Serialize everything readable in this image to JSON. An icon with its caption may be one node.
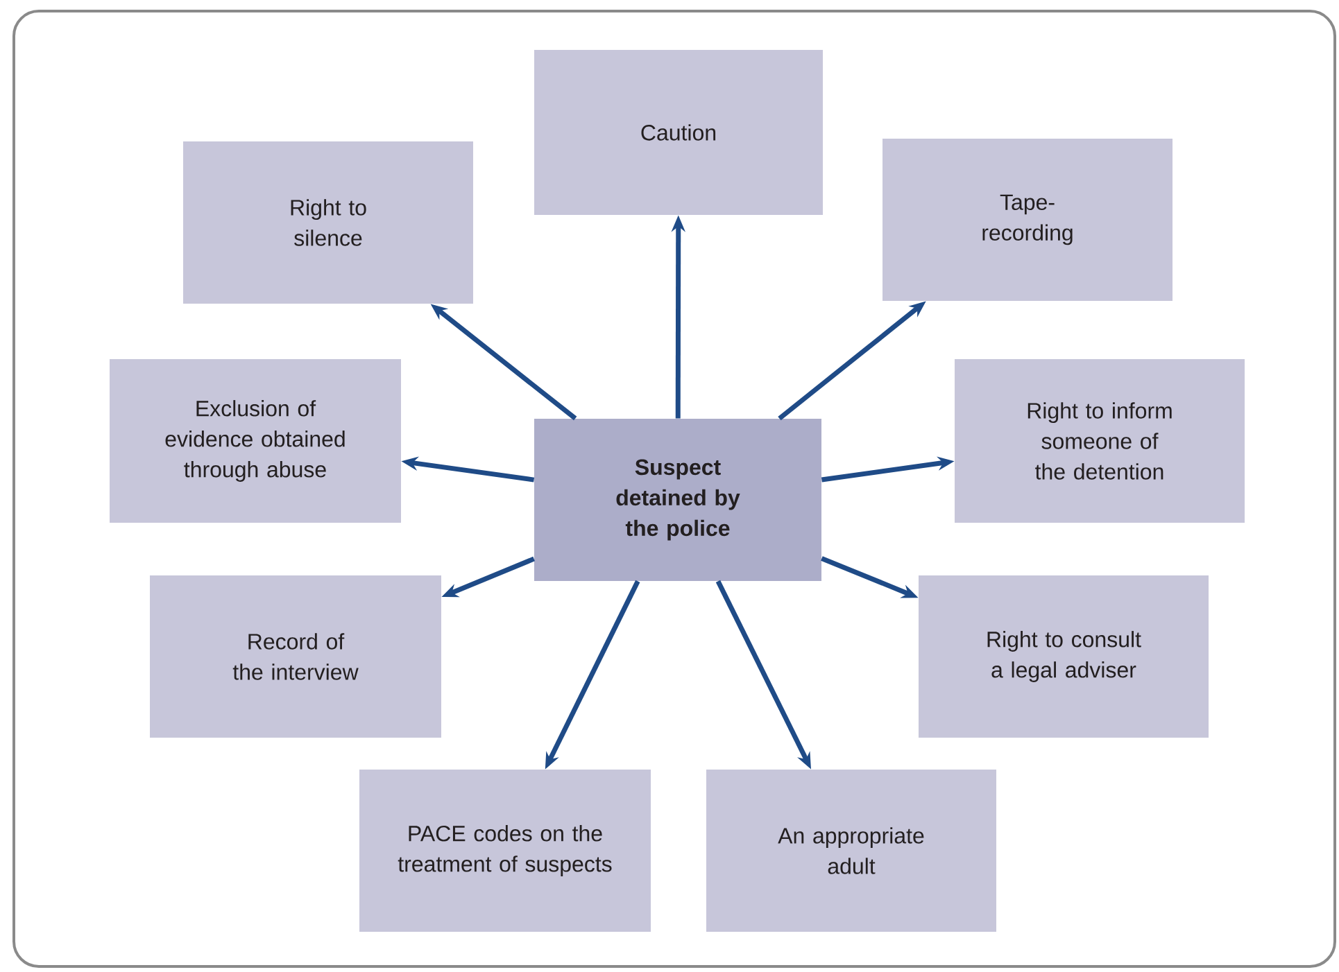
{
  "diagram": {
    "nodes": [
      {
        "text": [
          "Suspect detained by the police"
        ]
      },
      {
        "text": [
          "Caution"
        ]
      },
      {
        "text": [
          "Right to silence"
        ]
      },
      {
        "text": [
          "Tape-recording"
        ]
      },
      {
        "text": [
          "Exclusion of evidence obtained through abuse"
        ]
      },
      {
        "text": [
          "Right to inform someone of the detention"
        ]
      },
      {
        "text": [
          "Record of the interview"
        ]
      },
      {
        "text": [
          "Right to consult a legal adviser"
        ]
      },
      {
        "text": [
          "PACE codes on the treatment of suspects"
        ]
      },
      {
        "text": [
          "An appropriate adult"
        ]
      }
    ],
    "edges": [
      {
        "from": 0,
        "to": 1,
        "arrow": "to"
      },
      {
        "from": 0,
        "to": 2,
        "arrow": "to"
      },
      {
        "from": 0,
        "to": 3,
        "arrow": "to"
      },
      {
        "from": 0,
        "to": 4,
        "arrow": "to"
      },
      {
        "from": 0,
        "to": 5,
        "arrow": "to"
      },
      {
        "from": 0,
        "to": 6,
        "arrow": "to"
      },
      {
        "from": 0,
        "to": 7,
        "arrow": "to"
      },
      {
        "from": 0,
        "to": 8,
        "arrow": "to"
      },
      {
        "from": 0,
        "to": 9,
        "arrow": "to"
      }
    ]
  }
}
